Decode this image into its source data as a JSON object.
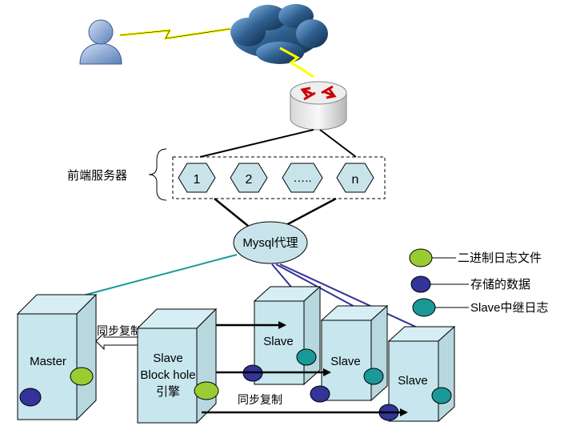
{
  "frontend": {
    "label": "前端服务器",
    "nodes": [
      "1",
      "2",
      "…..",
      "n"
    ]
  },
  "proxy": {
    "label": "Mysql代理"
  },
  "servers": {
    "master": "Master",
    "blackhole": [
      "Slave",
      "Block hole",
      "引擎"
    ],
    "slaves": [
      "Slave",
      "Slave",
      "Slave"
    ]
  },
  "arrows": {
    "master_to_blackhole": "同步复制",
    "bottom": "同步复制"
  },
  "legend": [
    {
      "label": "二进制日志文件",
      "color": "#99cc33"
    },
    {
      "label": "存储的数据",
      "color": "#333399"
    },
    {
      "label": "Slave中继日志",
      "color": "#1a9999"
    }
  ]
}
